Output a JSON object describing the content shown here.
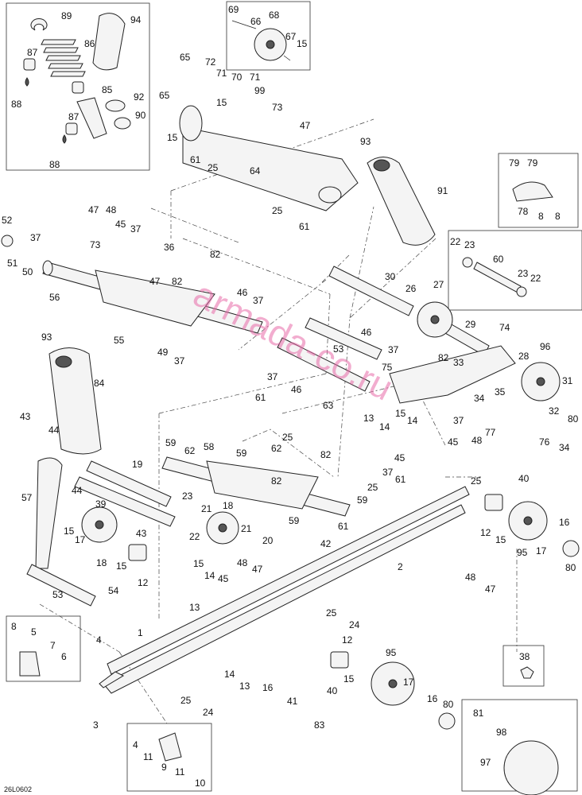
{
  "diagram_code": "26L0602",
  "watermark": "armada-co.ru",
  "callouts": [
    {
      "id": "c89",
      "text": "89"
    },
    {
      "id": "c94",
      "text": "94"
    },
    {
      "id": "c86",
      "text": "86"
    },
    {
      "id": "c87a",
      "text": "87"
    },
    {
      "id": "c88a",
      "text": "88"
    },
    {
      "id": "c85",
      "text": "85"
    },
    {
      "id": "c92",
      "text": "92"
    },
    {
      "id": "c87b",
      "text": "87"
    },
    {
      "id": "c90",
      "text": "90"
    },
    {
      "id": "c88b",
      "text": "88"
    },
    {
      "id": "c69",
      "text": "69"
    },
    {
      "id": "c68",
      "text": "68"
    },
    {
      "id": "c66",
      "text": "66"
    },
    {
      "id": "c67",
      "text": "67"
    },
    {
      "id": "c15a",
      "text": "15"
    },
    {
      "id": "c65a",
      "text": "65"
    },
    {
      "id": "c72",
      "text": "72"
    },
    {
      "id": "c71a",
      "text": "71"
    },
    {
      "id": "c70",
      "text": "70"
    },
    {
      "id": "c71b",
      "text": "71"
    },
    {
      "id": "c99",
      "text": "99"
    },
    {
      "id": "c65b",
      "text": "65"
    },
    {
      "id": "c15b",
      "text": "15"
    },
    {
      "id": "c73a",
      "text": "73"
    },
    {
      "id": "c47a",
      "text": "47"
    },
    {
      "id": "c15c",
      "text": "15"
    },
    {
      "id": "c61a",
      "text": "61"
    },
    {
      "id": "c25a",
      "text": "25"
    },
    {
      "id": "c64",
      "text": "64"
    },
    {
      "id": "c25b",
      "text": "25"
    },
    {
      "id": "c61b",
      "text": "61"
    },
    {
      "id": "c93a",
      "text": "93"
    },
    {
      "id": "c91",
      "text": "91"
    },
    {
      "id": "c79a",
      "text": "79"
    },
    {
      "id": "c79b",
      "text": "79"
    },
    {
      "id": "c78",
      "text": "78"
    },
    {
      "id": "c8a",
      "text": "8"
    },
    {
      "id": "c8b",
      "text": "8"
    },
    {
      "id": "c47b",
      "text": "47"
    },
    {
      "id": "c48a",
      "text": "48"
    },
    {
      "id": "c45a",
      "text": "45"
    },
    {
      "id": "c37a",
      "text": "37"
    },
    {
      "id": "c52",
      "text": "52"
    },
    {
      "id": "c37b",
      "text": "37"
    },
    {
      "id": "c51",
      "text": "51"
    },
    {
      "id": "c50",
      "text": "50"
    },
    {
      "id": "c73b",
      "text": "73"
    },
    {
      "id": "c36",
      "text": "36"
    },
    {
      "id": "c82a",
      "text": "82"
    },
    {
      "id": "c47c",
      "text": "47"
    },
    {
      "id": "c82b",
      "text": "82"
    },
    {
      "id": "c56",
      "text": "56"
    },
    {
      "id": "c46a",
      "text": "46"
    },
    {
      "id": "c37c",
      "text": "37"
    },
    {
      "id": "c55",
      "text": "55"
    },
    {
      "id": "c49",
      "text": "49"
    },
    {
      "id": "c37d",
      "text": "37"
    },
    {
      "id": "c22a",
      "text": "22"
    },
    {
      "id": "c23a",
      "text": "23"
    },
    {
      "id": "c60",
      "text": "60"
    },
    {
      "id": "c23b",
      "text": "23"
    },
    {
      "id": "c22b",
      "text": "22"
    },
    {
      "id": "c30",
      "text": "30"
    },
    {
      "id": "c26",
      "text": "26"
    },
    {
      "id": "c27",
      "text": "27"
    },
    {
      "id": "c29",
      "text": "29"
    },
    {
      "id": "c46b",
      "text": "46"
    },
    {
      "id": "c74",
      "text": "74"
    },
    {
      "id": "c37e",
      "text": "37"
    },
    {
      "id": "c53a",
      "text": "53"
    },
    {
      "id": "c82c",
      "text": "82"
    },
    {
      "id": "c28",
      "text": "28"
    },
    {
      "id": "c96",
      "text": "96"
    },
    {
      "id": "c75",
      "text": "75"
    },
    {
      "id": "c33",
      "text": "33"
    },
    {
      "id": "c93b",
      "text": "93"
    },
    {
      "id": "c84",
      "text": "84"
    },
    {
      "id": "c37f",
      "text": "37"
    },
    {
      "id": "c46c",
      "text": "46"
    },
    {
      "id": "c31",
      "text": "31"
    },
    {
      "id": "c35",
      "text": "35"
    },
    {
      "id": "c61c",
      "text": "61"
    },
    {
      "id": "c63",
      "text": "63"
    },
    {
      "id": "c34a",
      "text": "34"
    },
    {
      "id": "c32",
      "text": "32"
    },
    {
      "id": "c80a",
      "text": "80"
    },
    {
      "id": "c43a",
      "text": "43"
    },
    {
      "id": "c44a",
      "text": "44"
    },
    {
      "id": "c37g",
      "text": "37"
    },
    {
      "id": "c77",
      "text": "77"
    },
    {
      "id": "c13a",
      "text": "13"
    },
    {
      "id": "c15d",
      "text": "15"
    },
    {
      "id": "c14a",
      "text": "14"
    },
    {
      "id": "c14b",
      "text": "14"
    },
    {
      "id": "c76",
      "text": "76"
    },
    {
      "id": "c34b",
      "text": "34"
    },
    {
      "id": "c25c",
      "text": "25"
    },
    {
      "id": "c59a",
      "text": "59"
    },
    {
      "id": "c58",
      "text": "58"
    },
    {
      "id": "c59b",
      "text": "59"
    },
    {
      "id": "c62a",
      "text": "62"
    },
    {
      "id": "c62b",
      "text": "62"
    },
    {
      "id": "c45b",
      "text": "45"
    },
    {
      "id": "c48b",
      "text": "48"
    },
    {
      "id": "c45c",
      "text": "45"
    },
    {
      "id": "c19",
      "text": "19"
    },
    {
      "id": "c82d",
      "text": "82"
    },
    {
      "id": "c37h",
      "text": "37"
    },
    {
      "id": "c40a",
      "text": "40"
    },
    {
      "id": "c57",
      "text": "57"
    },
    {
      "id": "c44b",
      "text": "44"
    },
    {
      "id": "c25d",
      "text": "25"
    },
    {
      "id": "c61d",
      "text": "61"
    },
    {
      "id": "c25e",
      "text": "25"
    },
    {
      "id": "c39",
      "text": "39"
    },
    {
      "id": "c23c",
      "text": "23"
    },
    {
      "id": "c82e",
      "text": "82"
    },
    {
      "id": "c18a",
      "text": "18"
    },
    {
      "id": "c21a",
      "text": "21"
    },
    {
      "id": "c59c",
      "text": "59"
    },
    {
      "id": "c21b",
      "text": "21"
    },
    {
      "id": "c22c",
      "text": "22"
    },
    {
      "id": "c15e",
      "text": "15"
    },
    {
      "id": "c43b",
      "text": "43"
    },
    {
      "id": "c59d",
      "text": "59"
    },
    {
      "id": "c17a",
      "text": "17"
    },
    {
      "id": "c20",
      "text": "20"
    },
    {
      "id": "c42",
      "text": "42"
    },
    {
      "id": "c61e",
      "text": "61"
    },
    {
      "id": "c12a",
      "text": "12"
    },
    {
      "id": "c16a",
      "text": "16"
    },
    {
      "id": "c15f",
      "text": "15"
    },
    {
      "id": "c18b",
      "text": "18"
    },
    {
      "id": "c15g",
      "text": "15"
    },
    {
      "id": "c95a",
      "text": "95"
    },
    {
      "id": "c17b",
      "text": "17"
    },
    {
      "id": "c80b",
      "text": "80"
    },
    {
      "id": "c12b",
      "text": "12"
    },
    {
      "id": "c45d",
      "text": "45"
    },
    {
      "id": "c48c",
      "text": "48"
    },
    {
      "id": "c15h",
      "text": "15"
    },
    {
      "id": "c47d",
      "text": "47"
    },
    {
      "id": "c2",
      "text": "2"
    },
    {
      "id": "c48d",
      "text": "48"
    },
    {
      "id": "c14c",
      "text": "14"
    },
    {
      "id": "c47e",
      "text": "47"
    },
    {
      "id": "c53b",
      "text": "53"
    },
    {
      "id": "c54",
      "text": "54"
    },
    {
      "id": "c13b",
      "text": "13"
    },
    {
      "id": "c25f",
      "text": "25"
    },
    {
      "id": "c24a",
      "text": "24"
    },
    {
      "id": "c8c",
      "text": "8"
    },
    {
      "id": "c4a",
      "text": "4"
    },
    {
      "id": "c1",
      "text": "1"
    },
    {
      "id": "c5",
      "text": "5"
    },
    {
      "id": "c7",
      "text": "7"
    },
    {
      "id": "c6",
      "text": "6"
    },
    {
      "id": "c12c",
      "text": "12"
    },
    {
      "id": "c95b",
      "text": "95"
    },
    {
      "id": "c38",
      "text": "38"
    },
    {
      "id": "c14d",
      "text": "14"
    },
    {
      "id": "c13c",
      "text": "13"
    },
    {
      "id": "c16b",
      "text": "16"
    },
    {
      "id": "c15i",
      "text": "15"
    },
    {
      "id": "c17c",
      "text": "17"
    },
    {
      "id": "c25g",
      "text": "25"
    },
    {
      "id": "c41",
      "text": "41"
    },
    {
      "id": "c40b",
      "text": "40"
    },
    {
      "id": "c16c",
      "text": "16"
    },
    {
      "id": "c80c",
      "text": "80"
    },
    {
      "id": "c24b",
      "text": "24"
    },
    {
      "id": "c83",
      "text": "83"
    },
    {
      "id": "c3",
      "text": "3"
    },
    {
      "id": "c81",
      "text": "81"
    },
    {
      "id": "c98",
      "text": "98"
    },
    {
      "id": "c97",
      "text": "97"
    },
    {
      "id": "c4b",
      "text": "4"
    },
    {
      "id": "c11a",
      "text": "11"
    },
    {
      "id": "c9",
      "text": "9"
    },
    {
      "id": "c11b",
      "text": "11"
    },
    {
      "id": "c10",
      "text": "10"
    }
  ]
}
